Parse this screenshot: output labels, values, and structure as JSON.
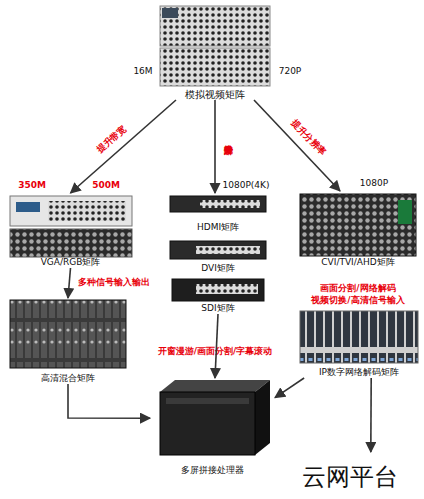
{
  "diagram": {
    "nodes": [
      {
        "text": [
          "模拟视频矩阵"
        ]
      },
      {
        "text": [
          "VGA/RGB矩阵"
        ]
      },
      {
        "text": [
          "HDMI矩阵"
        ]
      },
      {
        "text": [
          "CVI/TVI/AHD矩阵"
        ]
      },
      {
        "text": [
          "DVI矩阵"
        ]
      },
      {
        "text": [
          "SDI矩阵"
        ]
      },
      {
        "text": [
          "高清混合矩阵"
        ]
      },
      {
        "text": [
          "IP数字网络解码矩阵"
        ]
      },
      {
        "text": [
          "多屏拼接处理器"
        ]
      },
      {
        "text": [
          "云网平台"
        ]
      }
    ],
    "edges": [
      {
        "from": 0,
        "to": 1,
        "label": "提升带宽",
        "arrow": "to"
      },
      {
        "from": 0,
        "to": 2,
        "label": "提升分辨率",
        "arrow": "to"
      },
      {
        "from": 0,
        "to": 3,
        "label": "提升分辨率",
        "arrow": "to"
      },
      {
        "from": 1,
        "to": 6,
        "label": "多种信号输入输出",
        "arrow": "to"
      },
      {
        "from": 5,
        "to": 8,
        "label": "开窗漫游/画面分割/字幕滚动",
        "arrow": "to"
      },
      {
        "from": 6,
        "to": 8,
        "arrow": "to"
      },
      {
        "from": 7,
        "to": 8,
        "arrow": "to"
      },
      {
        "from": 7,
        "to": 9,
        "arrow": "to"
      }
    ],
    "labels": [
      "16M",
      "720P",
      "350M",
      "500M",
      "1080P(4K)",
      "1080P",
      "画面分割/网络解码",
      "视频切换/高清信号输入"
    ]
  }
}
